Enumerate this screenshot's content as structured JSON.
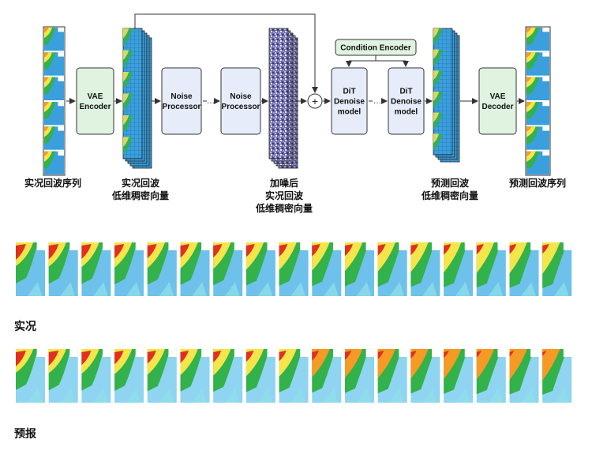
{
  "pipeline": {
    "vae_encoder": [
      "VAE",
      "Encoder"
    ],
    "noise_processor_1": [
      "Noise",
      "Processor"
    ],
    "noise_processor_2": [
      "Noise",
      "Processor"
    ],
    "dit_1": [
      "DiT",
      "Denoise",
      "model"
    ],
    "dit_2": [
      "DiT",
      "Denoise",
      "model"
    ],
    "vae_decoder": [
      "VAE",
      "Decoder"
    ],
    "condition_encoder": "Condition Encoder",
    "ellipsis": "…",
    "plus": "+"
  },
  "captions": {
    "input_seq": [
      "实况回波序列"
    ],
    "latent_real": [
      "实况回波",
      "低维稠密向量"
    ],
    "noised_latent": [
      "加噪后",
      "实况回波",
      "低维稠密向量"
    ],
    "pred_latent": [
      "预测回波",
      "低维稠密向量"
    ],
    "output_seq": [
      "预测回波序列"
    ]
  },
  "rows": {
    "observed_label": "实况",
    "forecast_label": "预报",
    "frame_count": 17
  },
  "colors": {
    "green_fill": "#dff3e0",
    "blue_fill": "#e6ecfa",
    "stroke": "#333333",
    "radar_bg": "#3a9fdd",
    "radar_red": "#e0301e",
    "radar_orange": "#f59a24",
    "radar_yellow": "#f4e54a",
    "radar_green": "#33b14a",
    "radar_cyan": "#8ee0e8"
  }
}
